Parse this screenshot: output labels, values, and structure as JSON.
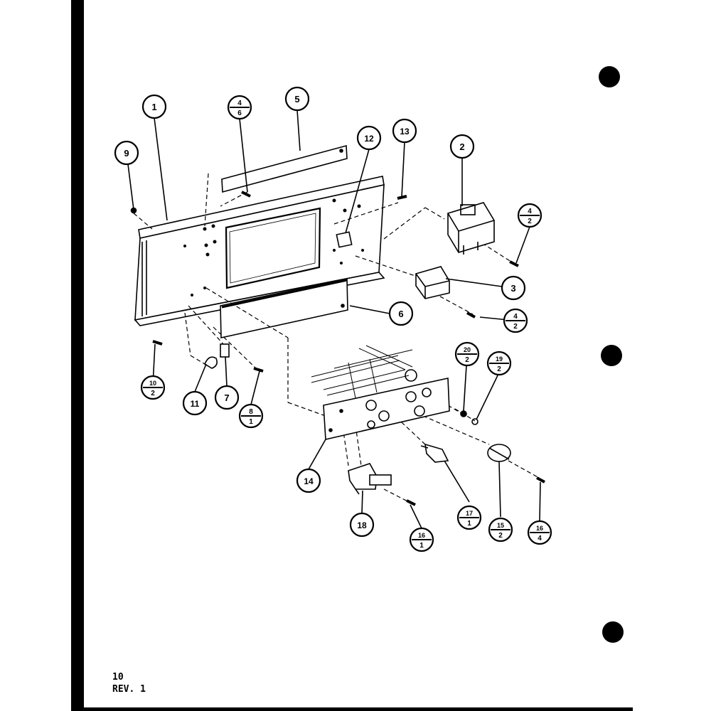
{
  "page": {
    "page_number": "10",
    "revision": "REV. 1"
  },
  "callouts": {
    "c1": "1",
    "c2": "2",
    "c3": "3",
    "c4a_top": "4",
    "c4a_bottom": "6",
    "c4b_top": "4",
    "c4b_bottom": "2",
    "c4c_top": "4",
    "c4c_bottom": "2",
    "c5": "5",
    "c6": "6",
    "c7": "7",
    "c8_top": "8",
    "c8_bottom": "1",
    "c9": "9",
    "c10_top": "10",
    "c10_bottom": "2",
    "c11": "11",
    "c12": "12",
    "c13": "13",
    "c14": "14",
    "c15_top": "15",
    "c15_bottom": "2",
    "c16a_top": "16",
    "c16a_bottom": "1",
    "c16b_top": "16",
    "c16b_bottom": "4",
    "c17_top": "17",
    "c17_bottom": "1",
    "c18": "18",
    "c19_top": "19",
    "c19_bottom": "2",
    "c20_top": "20",
    "c20_bottom": "2"
  }
}
